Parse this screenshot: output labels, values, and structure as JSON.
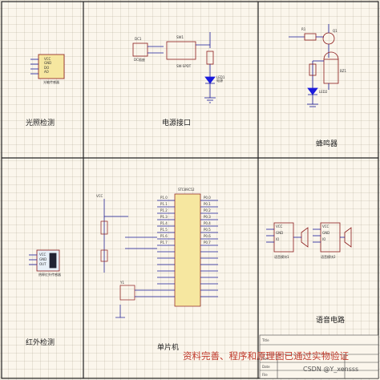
{
  "sections": {
    "light": "光照检测",
    "power": "电源接口",
    "buzzer": "蜂鸣器",
    "infrared": "红外检测",
    "mcu": "单片机",
    "audio": "语音电路"
  },
  "watermark": "资料完善、程序和原理图已通过实物验证",
  "signature": "CSDN @Y_xensss",
  "colors": {
    "background": "#fbf6ec",
    "frame": "#222222",
    "wire": "#1a1a9a",
    "component": "#8b1a1a",
    "led": "#1a1add",
    "watermark": "#c0392b"
  }
}
